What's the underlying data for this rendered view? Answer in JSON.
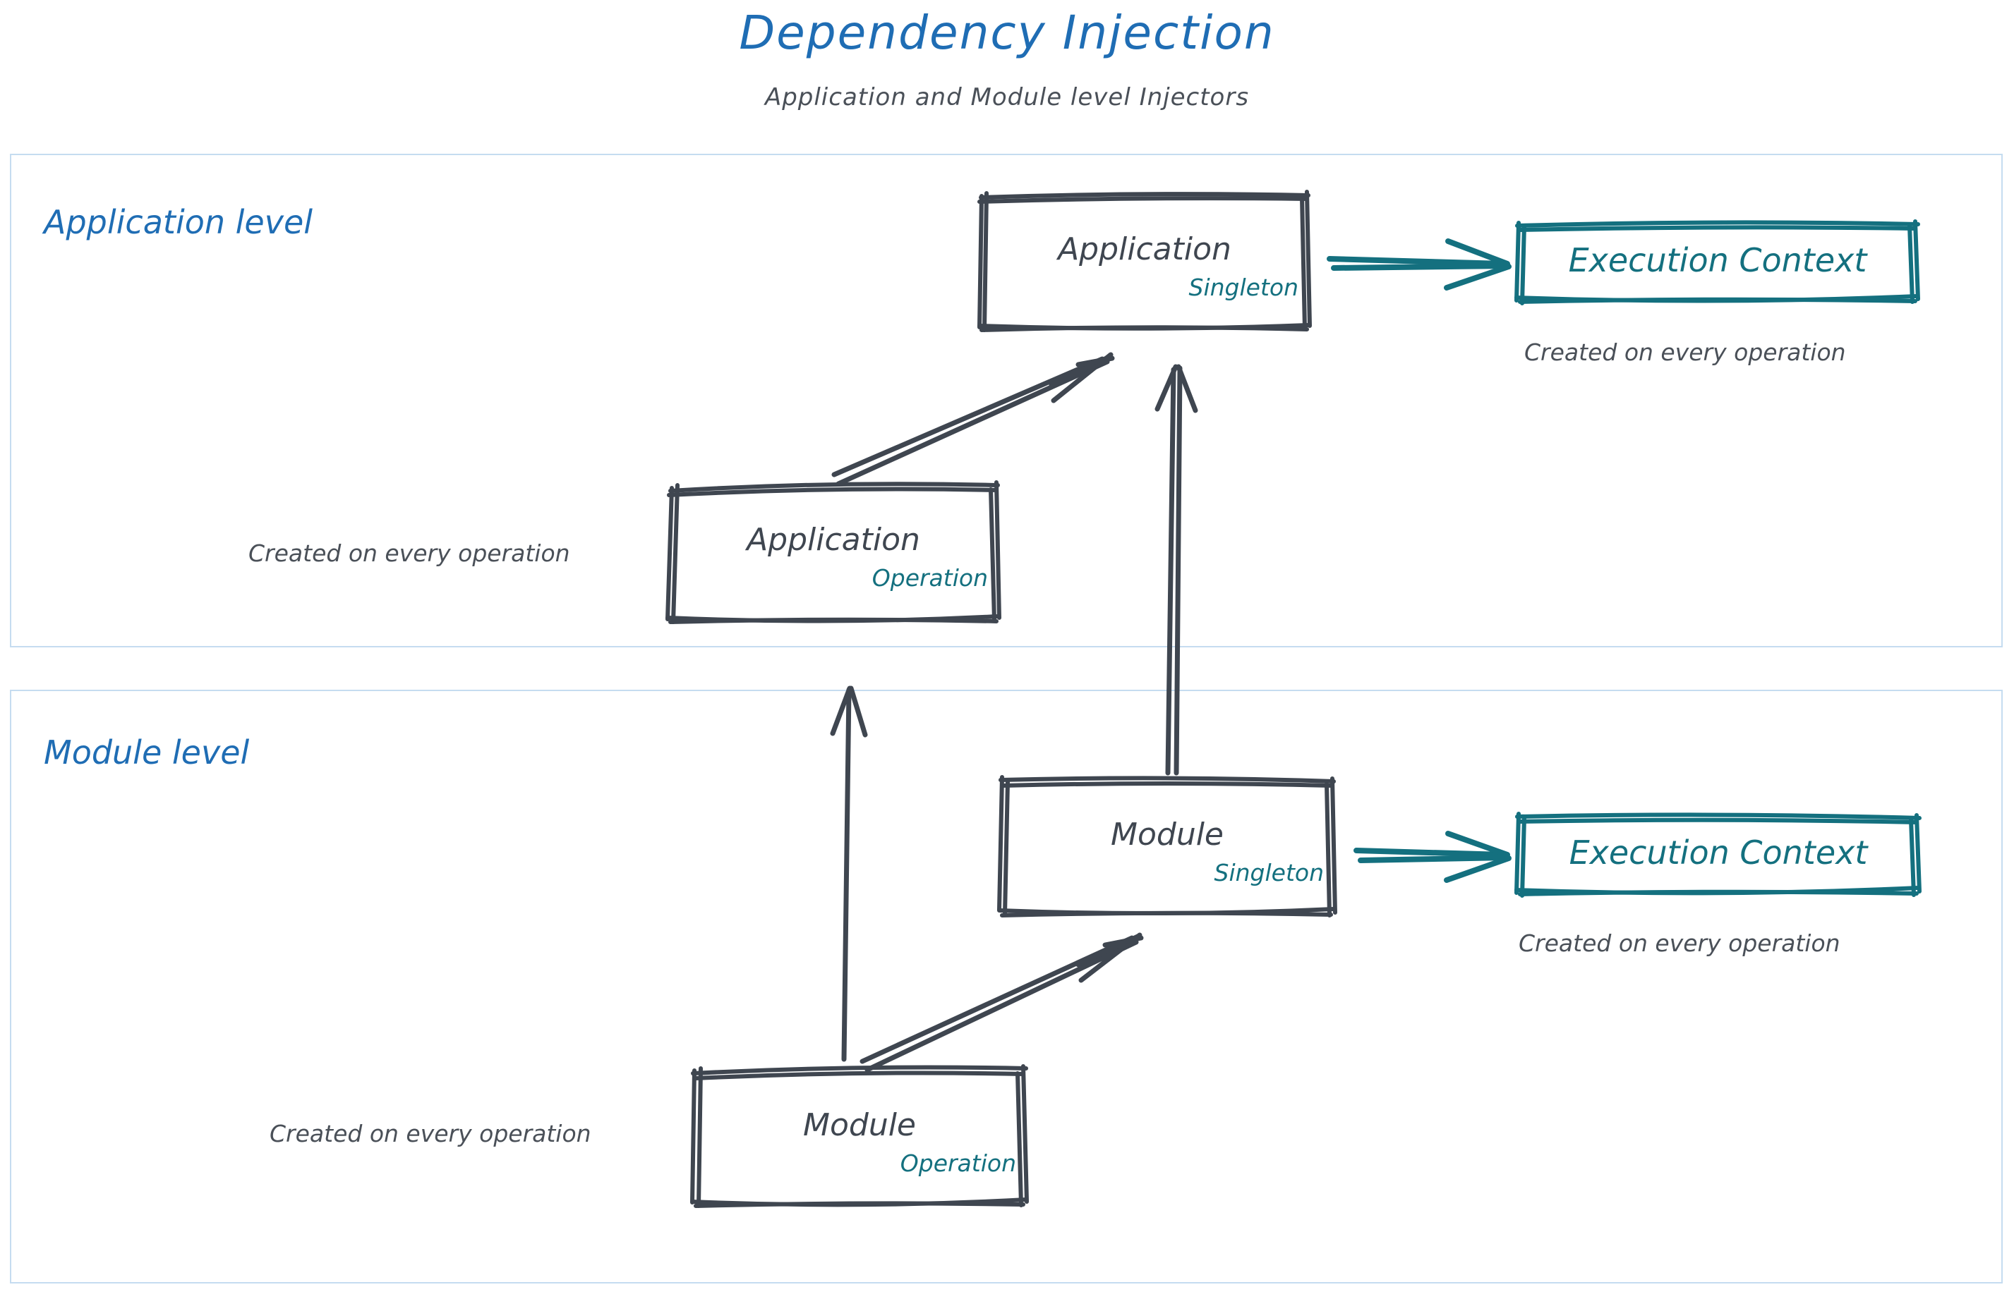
{
  "header": {
    "title": "Dependency Injection",
    "subtitle": "Application and Module level Injectors"
  },
  "colors": {
    "title_blue": "#1f6db4",
    "ink_gray": "#4a5058",
    "teal": "#14707f",
    "container_border": "#c5dcf0",
    "background": "#ffffff"
  },
  "levels": [
    {
      "id": "application-level",
      "label": "Application level",
      "nodes": [
        {
          "id": "application-singleton",
          "title": "Application",
          "scope": "Singleton",
          "style": "gray"
        },
        {
          "id": "application-operation",
          "title": "Application",
          "scope": "Operation",
          "style": "gray"
        },
        {
          "id": "application-execution-context",
          "title": "Execution Context",
          "scope": "",
          "style": "teal"
        }
      ],
      "captions": [
        {
          "id": "application-execution-context-caption",
          "text": "Created on every operation"
        },
        {
          "id": "application-operation-caption",
          "text": "Created on every operation"
        }
      ]
    },
    {
      "id": "module-level",
      "label": "Module level",
      "nodes": [
        {
          "id": "module-singleton",
          "title": "Module",
          "scope": "Singleton",
          "style": "gray"
        },
        {
          "id": "module-operation",
          "title": "Module",
          "scope": "Operation",
          "style": "gray"
        },
        {
          "id": "module-execution-context",
          "title": "Execution Context",
          "scope": "",
          "style": "teal"
        }
      ],
      "captions": [
        {
          "id": "module-execution-context-caption",
          "text": "Created on every operation"
        },
        {
          "id": "module-operation-caption",
          "text": "Created on every operation"
        }
      ]
    }
  ],
  "connections": [
    {
      "id": "app-singleton-to-execution-context",
      "from": "application-singleton",
      "to": "application-execution-context",
      "color": "teal",
      "direction": "right"
    },
    {
      "id": "app-operation-to-app-singleton",
      "from": "application-operation",
      "to": "application-singleton",
      "color": "gray",
      "direction": "up-right"
    },
    {
      "id": "module-singleton-to-app-singleton",
      "from": "module-singleton",
      "to": "application-singleton",
      "color": "gray",
      "direction": "up"
    },
    {
      "id": "module-singleton-to-execution-context",
      "from": "module-singleton",
      "to": "module-execution-context",
      "color": "teal",
      "direction": "right"
    },
    {
      "id": "module-operation-to-module-singleton",
      "from": "module-operation",
      "to": "module-singleton",
      "color": "gray",
      "direction": "up-right"
    },
    {
      "id": "module-operation-to-app-operation",
      "from": "module-operation",
      "to": "application-operation",
      "color": "gray",
      "direction": "up"
    }
  ]
}
